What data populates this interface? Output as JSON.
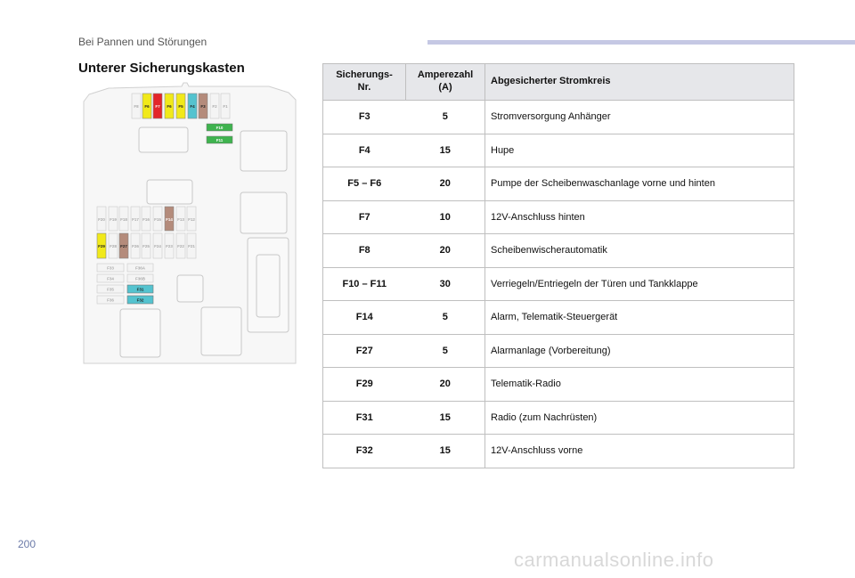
{
  "header": {
    "section": "Bei Pannen und Störungen"
  },
  "title": "Unterer Sicherungskasten",
  "page_number": "200",
  "watermark": "carmanualsonline.info",
  "colors": {
    "yellow": "#f1e91a",
    "red": "#e32529",
    "cyan": "#54c3cf",
    "brown": "#b48b7b",
    "green": "#3fb34f",
    "header_bar": "#c5c8e4"
  },
  "diagram": {
    "top_row": [
      "F8",
      "F6",
      "F7",
      "F6",
      "F5",
      "F4",
      "F3",
      "F2",
      "F1"
    ],
    "green_fuses": [
      "F10",
      "F11"
    ],
    "middle_row": [
      "F20",
      "F19",
      "F18",
      "F17",
      "F16",
      "F15",
      "F14",
      "F13",
      "F12"
    ],
    "lower_row": [
      "F29",
      "F28",
      "F27",
      "F26",
      "F25",
      "F24",
      "F23",
      "F22",
      "F21"
    ],
    "left_list": [
      "F33",
      "F34",
      "F35",
      "F36"
    ],
    "right_list": [
      "F36A",
      "F36B",
      "F31",
      "F32"
    ]
  },
  "table": {
    "headers": [
      "Sicherungs-\nNr.",
      "Amperezahl\n(A)",
      "Abgesicherter Stromkreis"
    ],
    "rows": [
      [
        "F3",
        "5",
        "Stromversorgung Anhänger"
      ],
      [
        "F4",
        "15",
        "Hupe"
      ],
      [
        "F5 – F6",
        "20",
        "Pumpe der Scheibenwaschanlage vorne und hinten"
      ],
      [
        "F7",
        "10",
        "12V-Anschluss hinten"
      ],
      [
        "F8",
        "20",
        "Scheibenwischerautomatik"
      ],
      [
        "F10 – F11",
        "30",
        "Verriegeln/Entriegeln der Türen und Tankklappe"
      ],
      [
        "F14",
        "5",
        "Alarm, Telematik-Steuergerät"
      ],
      [
        "F27",
        "5",
        "Alarmanlage (Vorbereitung)"
      ],
      [
        "F29",
        "20",
        "Telematik-Radio"
      ],
      [
        "F31",
        "15",
        "Radio (zum Nachrüsten)"
      ],
      [
        "F32",
        "15",
        "12V-Anschluss vorne"
      ]
    ]
  }
}
